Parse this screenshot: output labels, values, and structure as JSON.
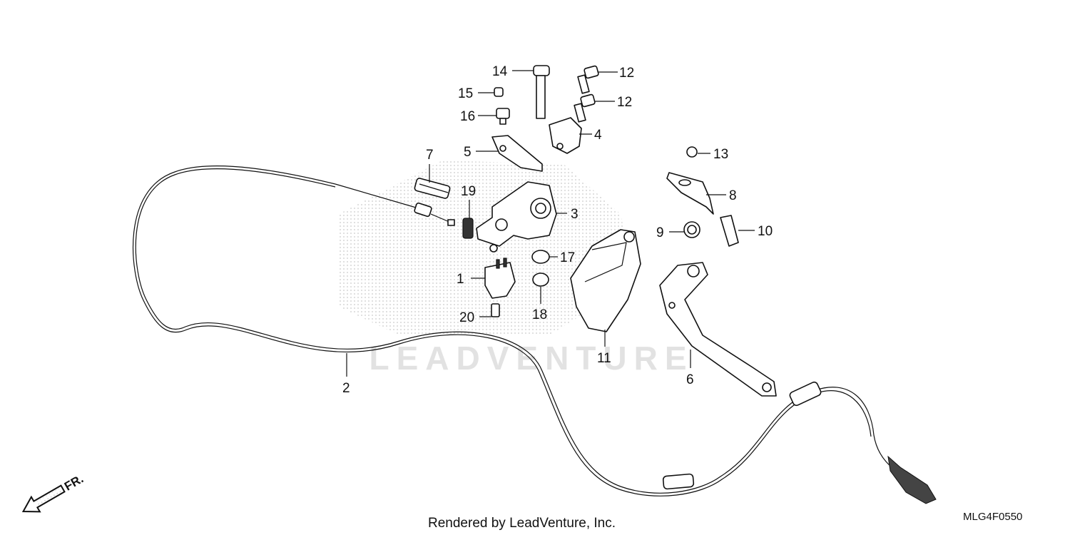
{
  "diagram": {
    "callouts": {
      "c1": "1",
      "c2": "2",
      "c3": "3",
      "c4": "4",
      "c5": "5",
      "c6": "6",
      "c7": "7",
      "c8": "8",
      "c9": "9",
      "c10": "10",
      "c11": "11",
      "c12a": "12",
      "c12b": "12",
      "c13": "13",
      "c14": "14",
      "c15": "15",
      "c16": "16",
      "c17": "17",
      "c18": "18",
      "c19": "19",
      "c20": "20"
    },
    "direction_label": "FR.",
    "watermark": "LEADVENTURE",
    "footer_text": "Rendered by LeadVenture, Inc.",
    "diagram_code": "MLG4F0550",
    "colors": {
      "line": "#111111",
      "watermark": "#d9d9d9"
    }
  }
}
